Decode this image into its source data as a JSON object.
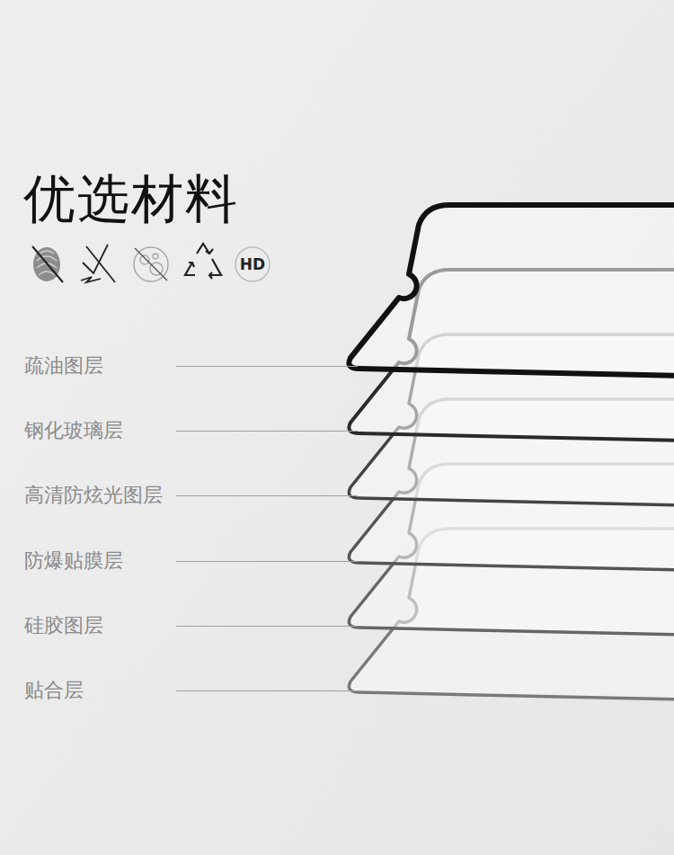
{
  "diagram": {
    "title": "优选材料",
    "labels": [
      "HD",
      "疏油图层",
      "钢化玻璃层",
      "高清防炫光图层",
      "防爆贴膜层",
      "硅胶图层",
      "贴合层"
    ]
  }
}
